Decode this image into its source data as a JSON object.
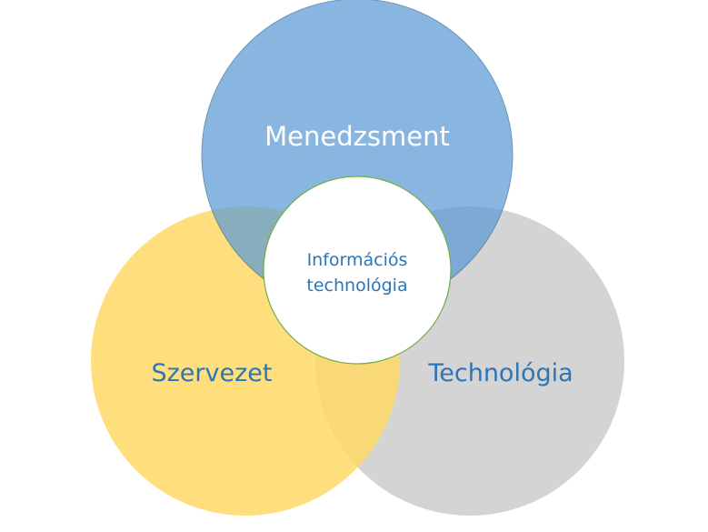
{
  "diagram": {
    "circles": {
      "top": {
        "label": "Menedzsment",
        "fill": "#5b9bd5",
        "text_color": "#ffffff"
      },
      "left": {
        "label": "Szervezet",
        "fill": "#ffd966",
        "text_color": "#2e75b6"
      },
      "right": {
        "label": "Technológia",
        "fill": "#d0d0d0",
        "text_color": "#2e75b6"
      }
    },
    "center": {
      "line1": "Információs",
      "line2": "technológia",
      "fill": "#ffffff",
      "border": "#70ad47",
      "text_color": "#2e75b6"
    }
  }
}
